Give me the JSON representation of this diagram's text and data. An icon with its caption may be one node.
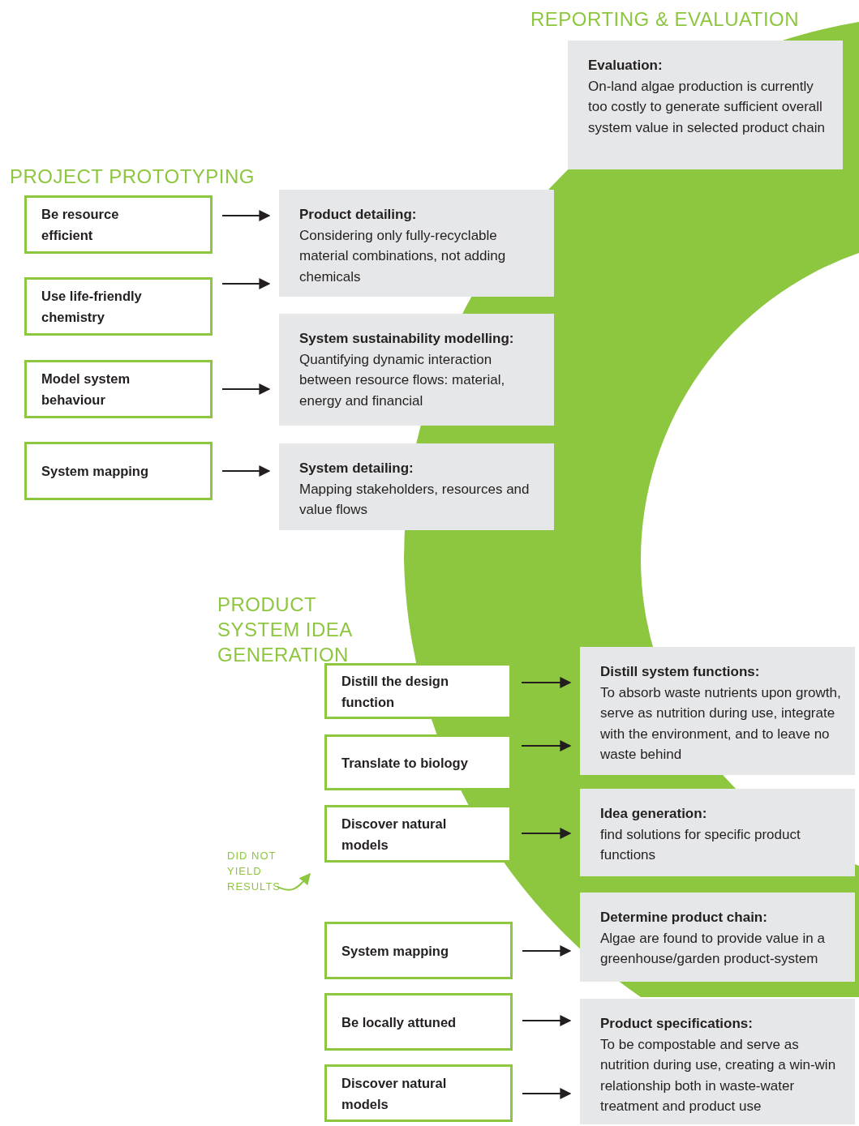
{
  "diagram": {
    "nodes": [
      {
        "text": [
          "Be resource efficient"
        ]
      },
      {
        "text": [
          "Use life-friendly chemistry"
        ]
      },
      {
        "text": [
          "Model system behaviour"
        ]
      },
      {
        "text": [
          "System mapping"
        ]
      },
      {
        "text": [
          "Product detailing:",
          "Considering only fully-recyclable material combinations, not adding chemicals"
        ]
      },
      {
        "text": [
          "System sustainability modelling:",
          "Quantifying dynamic interaction between resource flows: material, energy and financial"
        ]
      },
      {
        "text": [
          "System detailing:",
          "Mapping stakeholders, resources and value flows"
        ]
      },
      {
        "text": [
          "Evaluation:",
          "On-land algae production is currently too costly to generate sufficient overall system value in selected product chain"
        ]
      },
      {
        "text": [
          "Distill the design function"
        ]
      },
      {
        "text": [
          "Translate to biology"
        ]
      },
      {
        "text": [
          "Discover natural models"
        ]
      },
      {
        "text": [
          "System mapping"
        ]
      },
      {
        "text": [
          "Be locally attuned"
        ]
      },
      {
        "text": [
          "Discover natural models"
        ]
      },
      {
        "text": [
          "Distill system functions:",
          "To absorb waste nutrients upon growth, serve as nutrition during use, integrate with the environment, and to leave no waste behind"
        ]
      },
      {
        "text": [
          "Idea generation:",
          "find solutions for specific product functions"
        ]
      },
      {
        "text": [
          "Determine product chain:",
          "Algae are found to provide value in a greenhouse/garden product-system"
        ]
      },
      {
        "text": [
          "Product specifications:",
          "To be compostable and serve as nutrition during use, creating a win-win relationship both in waste-water treatment and product use"
        ]
      },
      {
        "text": [
          "DID NOT YIELD RESULTS"
        ]
      }
    ],
    "edges": [
      {
        "from": 0,
        "to": 4,
        "arrow": "to"
      },
      {
        "from": 1,
        "to": 4,
        "arrow": "to"
      },
      {
        "from": 2,
        "to": 5,
        "arrow": "to"
      },
      {
        "from": 3,
        "to": 6,
        "arrow": "to"
      },
      {
        "from": 8,
        "to": 14,
        "arrow": "to"
      },
      {
        "from": 9,
        "to": 14,
        "arrow": "to"
      },
      {
        "from": 10,
        "to": 15,
        "arrow": "to"
      },
      {
        "from": 11,
        "to": 16,
        "arrow": "to"
      },
      {
        "from": 12,
        "to": 17,
        "arrow": "to"
      },
      {
        "from": 13,
        "to": 17,
        "arrow": "to"
      },
      {
        "from": 18,
        "to": 10,
        "arrow": "to",
        "color": "#8dc63f"
      }
    ],
    "labels": [
      "REPORTING & EVALUATION",
      "PROJECT PROTOTYPING",
      "PRODUCT SYSTEM IDEA GENERATION"
    ]
  }
}
